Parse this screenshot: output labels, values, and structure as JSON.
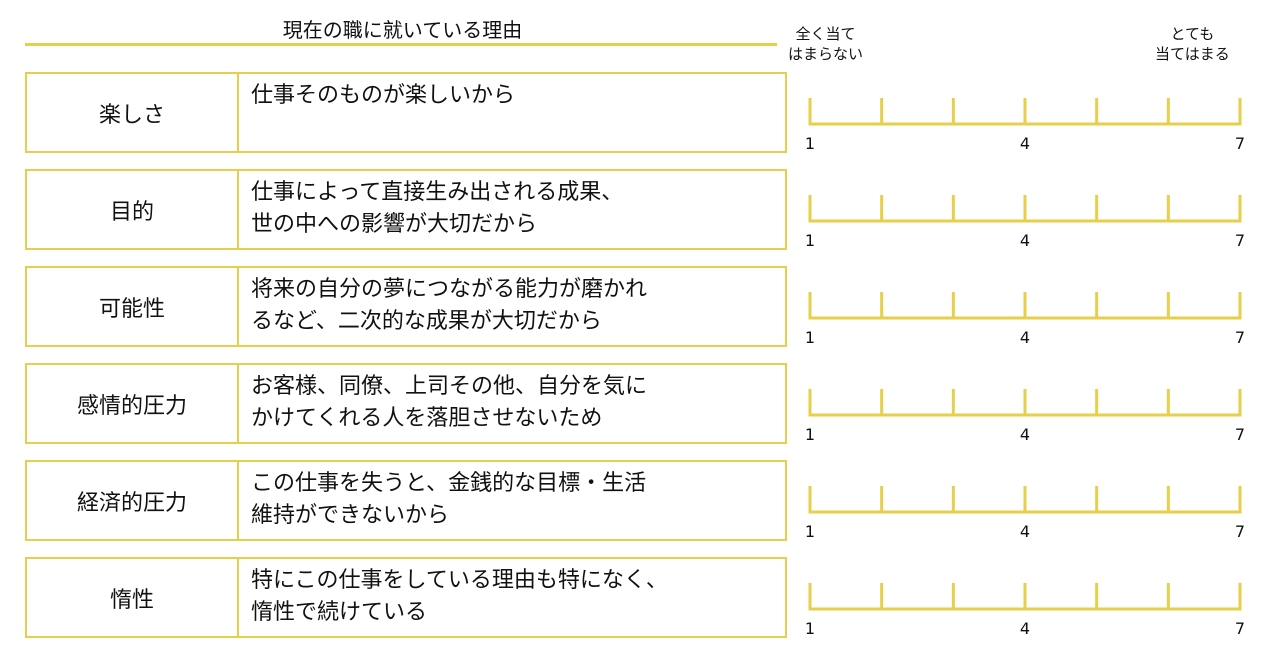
{
  "title": "現在の職に就いている理由",
  "scale_labels": {
    "low": [
      "全く当て",
      "はまらない"
    ],
    "high": [
      "とても",
      "当てはまる"
    ]
  },
  "scale": {
    "min": 1,
    "max": 7,
    "shown_numbers": [
      "1",
      "4",
      "7"
    ]
  },
  "accent_color": "#e6cf4a",
  "rows": [
    {
      "label": "楽しさ",
      "lines": [
        "仕事そのものが楽しいから"
      ]
    },
    {
      "label": "目的",
      "lines": [
        "仕事によって直接生み出される成果、",
        "世の中への影響が大切だから"
      ]
    },
    {
      "label": "可能性",
      "lines": [
        "将来の自分の夢につながる能力が磨かれ",
        "るなど、二次的な成果が大切だから"
      ]
    },
    {
      "label": "感情的圧力",
      "lines": [
        "お客様、同僚、上司その他、自分を気に",
        "かけてくれる人を落胆させないため"
      ]
    },
    {
      "label": "経済的圧力",
      "lines": [
        "この仕事を失うと、金銭的な目標・生活",
        "維持ができないから"
      ]
    },
    {
      "label": "惰性",
      "lines": [
        "特にこの仕事をしている理由も特になく、",
        "惰性で続けている"
      ]
    }
  ]
}
